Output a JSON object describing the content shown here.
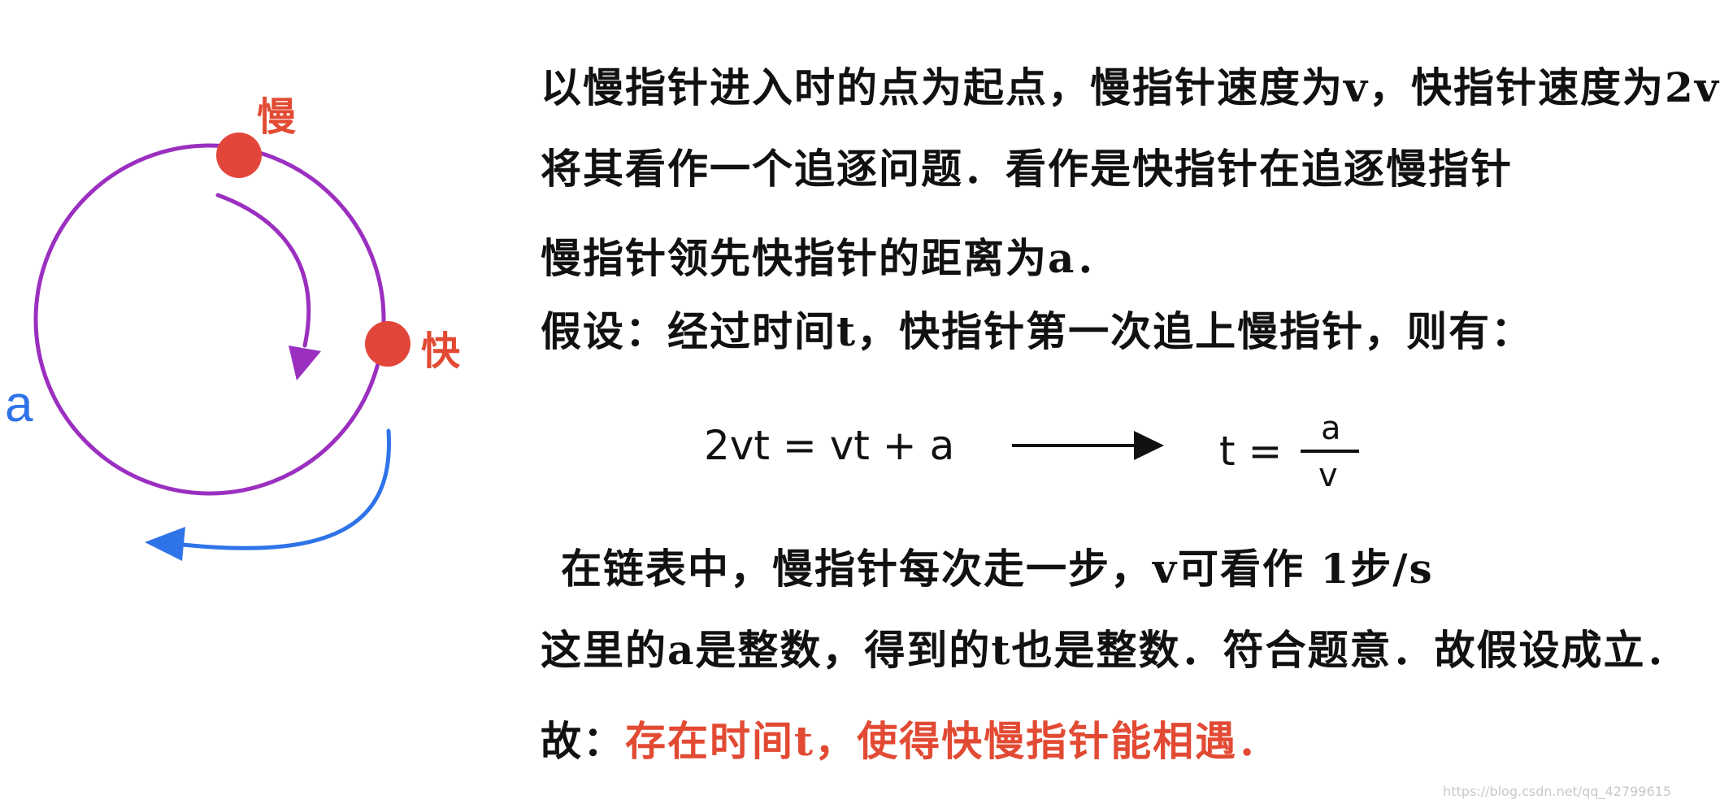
{
  "diagram": {
    "slow_label": "慢",
    "fast_label": "快",
    "distance_label": "a",
    "colors": {
      "circle": "#9b2fc0",
      "pointer_dot": "#e2463a",
      "slow_arrow": "#9b2fc0",
      "distance_arrow": "#2f73e8",
      "label_red": "#e24a33",
      "label_blue": "#2f73e8"
    }
  },
  "text": {
    "line1": "以慢指针进入时的点为起点，慢指针速度为v，快指针速度为2v",
    "line2": "将其看作一个追逐问题．看作是快指针在追逐慢指针",
    "line3": "慢指针领先快指针的距离为a．",
    "line4": "假设：经过时间t，快指针第一次追上慢指针，则有：",
    "line5": "在链表中，慢指针每次走一步，v可看作 1步/s",
    "line6": "这里的a是整数，得到的t也是整数．符合题意．故假设成立．",
    "conclusion_label": "故：",
    "conclusion_text": "存在时间t，使得快慢指针能相遇．"
  },
  "equation": {
    "left": "2vt = vt + a",
    "t_equals": "t =",
    "numerator": "a",
    "denominator": "v"
  },
  "watermark": "https://blog.csdn.net/qq_42799615"
}
